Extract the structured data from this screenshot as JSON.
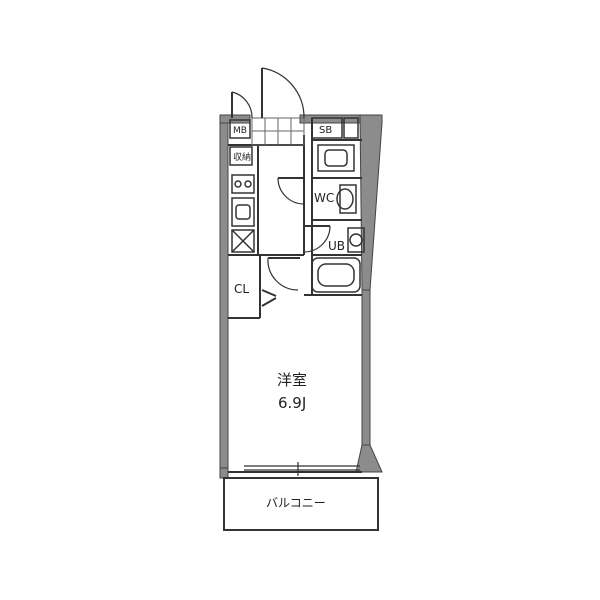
{
  "labels": {
    "mb": "MB",
    "storage": "収納",
    "sb": "SB",
    "wc": "WC",
    "ub": "UB",
    "cl": "CL",
    "room_name": "洋室",
    "room_size": "6.9J",
    "balcony": "バルコニー"
  },
  "colors": {
    "wall": "#8c8c8c",
    "line": "#333333",
    "background": "#ffffff"
  }
}
